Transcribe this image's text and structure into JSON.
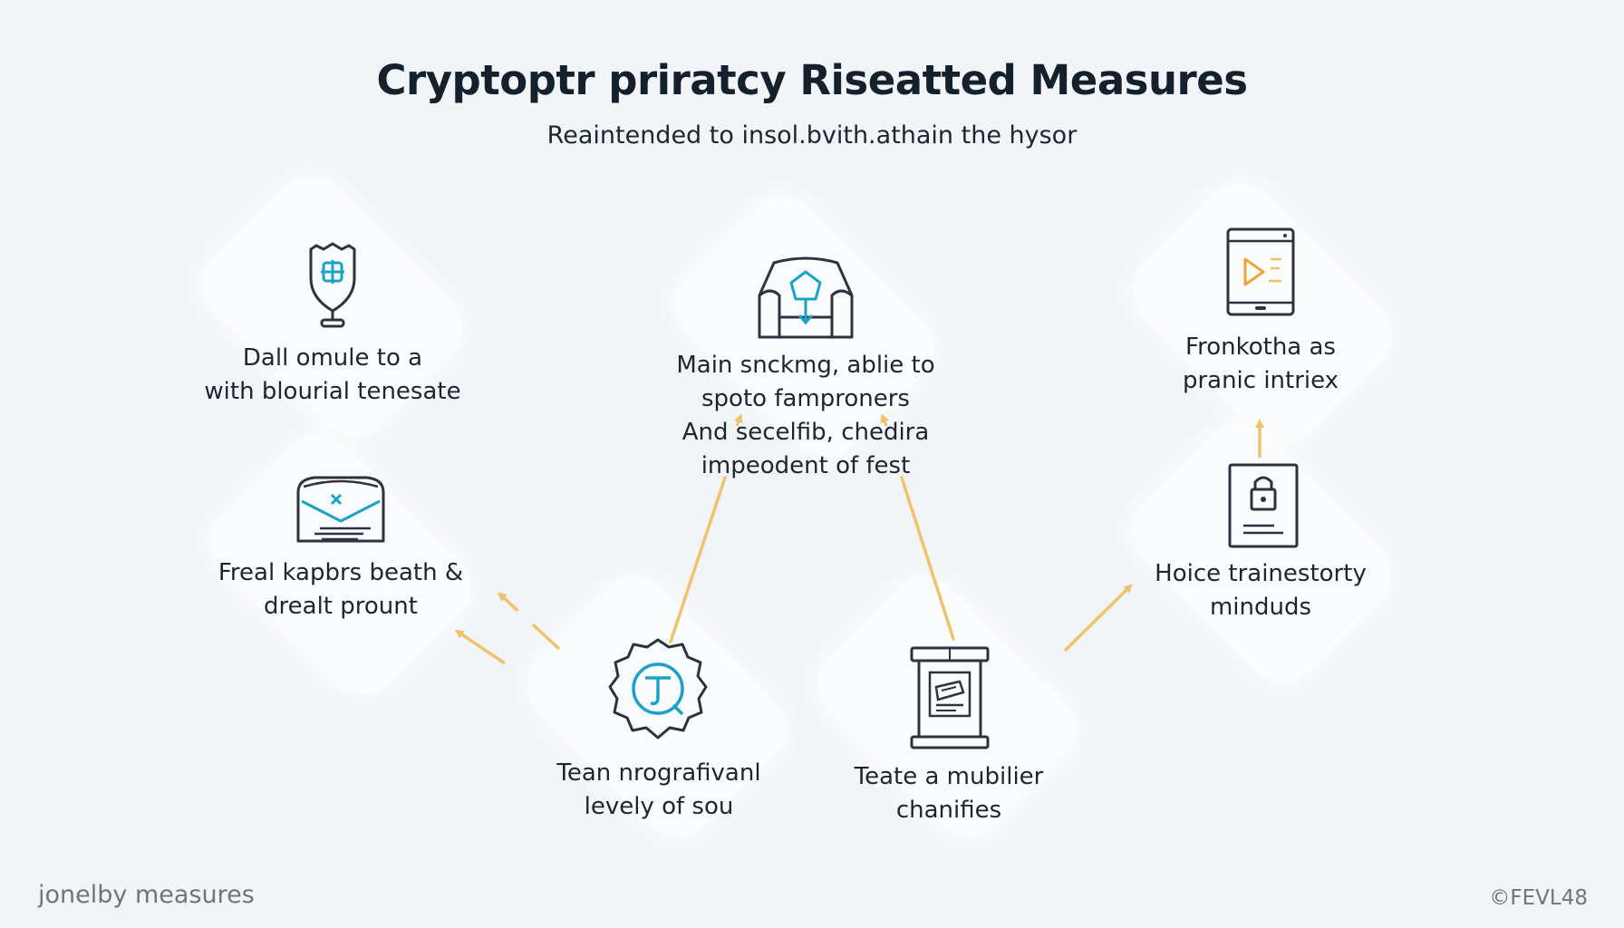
{
  "title": "Cryptoptr priratcy Riseatted Measures",
  "subtitle": "Reaintended to insol.bvith.athain the hysor",
  "colors": {
    "background": "#f2f5f8",
    "icon_stroke": "#2a3440",
    "icon_accent": "#1aa3c9",
    "arrow": "#f2c26b"
  },
  "nodes": [
    {
      "id": "top-left",
      "icon": "shield-icon",
      "lines": [
        "Dall omule to a",
        "with blourial tenesate"
      ]
    },
    {
      "id": "mid-left",
      "icon": "envelope-icon",
      "lines": [
        "Freal kapbrs beath &",
        "drealt prount"
      ]
    },
    {
      "id": "center",
      "icon": "gem-box-icon",
      "lines": [
        "Main snckmg, ablie to",
        "spoto famproners",
        "And secelfib, chedira",
        "impeodent of fest"
      ]
    },
    {
      "id": "bottom-center-left",
      "icon": "gear-badge-icon",
      "lines": [
        "Tean nrografivanl",
        "levely of sou"
      ]
    },
    {
      "id": "bottom-center-right",
      "icon": "server-icon",
      "lines": [
        "Teate a mubilier",
        "chanifies"
      ]
    },
    {
      "id": "right-bottom",
      "icon": "lock-document-icon",
      "lines": [
        "Hoice trainestorty",
        "minduds"
      ]
    },
    {
      "id": "top-right",
      "icon": "tablet-play-icon",
      "lines": [
        "Fronkotha as",
        "pranic intriex"
      ]
    }
  ],
  "footer": {
    "left": "jonelby measures",
    "right": "©FEVL48"
  }
}
